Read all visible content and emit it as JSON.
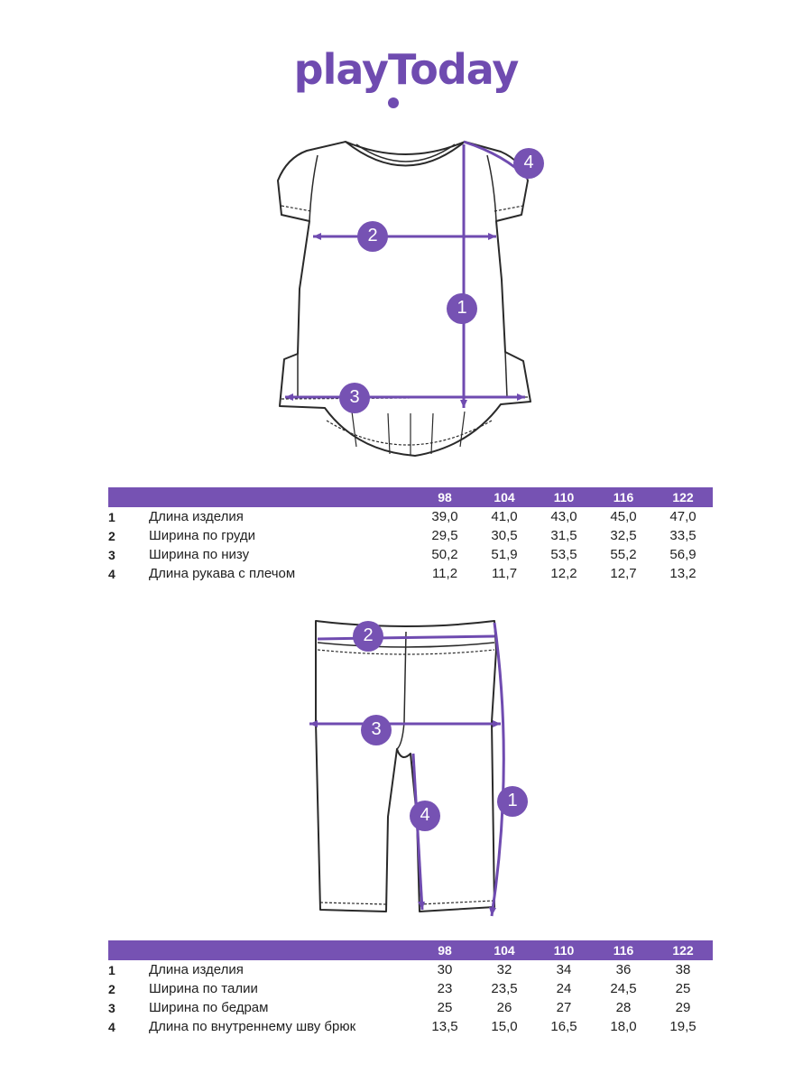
{
  "brand": {
    "logo_text": "playToday"
  },
  "colors": {
    "accent": "#7652b3",
    "header_text": "#ffffff",
    "line": "#2a2a2a"
  },
  "tshirt": {
    "markers": [
      "1",
      "2",
      "3",
      "4"
    ],
    "table": {
      "sizes": [
        "98",
        "104",
        "110",
        "116",
        "122"
      ],
      "rows": [
        {
          "num": "1",
          "label": "Длина изделия",
          "values": [
            "39,0",
            "41,0",
            "43,0",
            "45,0",
            "47,0"
          ]
        },
        {
          "num": "2",
          "label": "Ширина по груди",
          "values": [
            "29,5",
            "30,5",
            "31,5",
            "32,5",
            "33,5"
          ]
        },
        {
          "num": "3",
          "label": "Ширина по низу",
          "values": [
            "50,2",
            "51,9",
            "53,5",
            "55,2",
            "56,9"
          ]
        },
        {
          "num": "4",
          "label": "Длина рукава с плечом",
          "values": [
            "11,2",
            "11,7",
            "12,2",
            "12,7",
            "13,2"
          ]
        }
      ]
    }
  },
  "leggings": {
    "markers": [
      "1",
      "2",
      "3",
      "4"
    ],
    "table": {
      "sizes": [
        "98",
        "104",
        "110",
        "116",
        "122"
      ],
      "rows": [
        {
          "num": "1",
          "label": "Длина изделия",
          "values": [
            "30",
            "32",
            "34",
            "36",
            "38"
          ]
        },
        {
          "num": "2",
          "label": "Ширина по талии",
          "values": [
            "23",
            "23,5",
            "24",
            "24,5",
            "25"
          ]
        },
        {
          "num": "3",
          "label": "Ширина по бедрам",
          "values": [
            "25",
            "26",
            "27",
            "28",
            "29"
          ]
        },
        {
          "num": "4",
          "label": "Длина по внутреннему шву брюк",
          "values": [
            "13,5",
            "15,0",
            "16,5",
            "18,0",
            "19,5"
          ]
        }
      ]
    }
  }
}
